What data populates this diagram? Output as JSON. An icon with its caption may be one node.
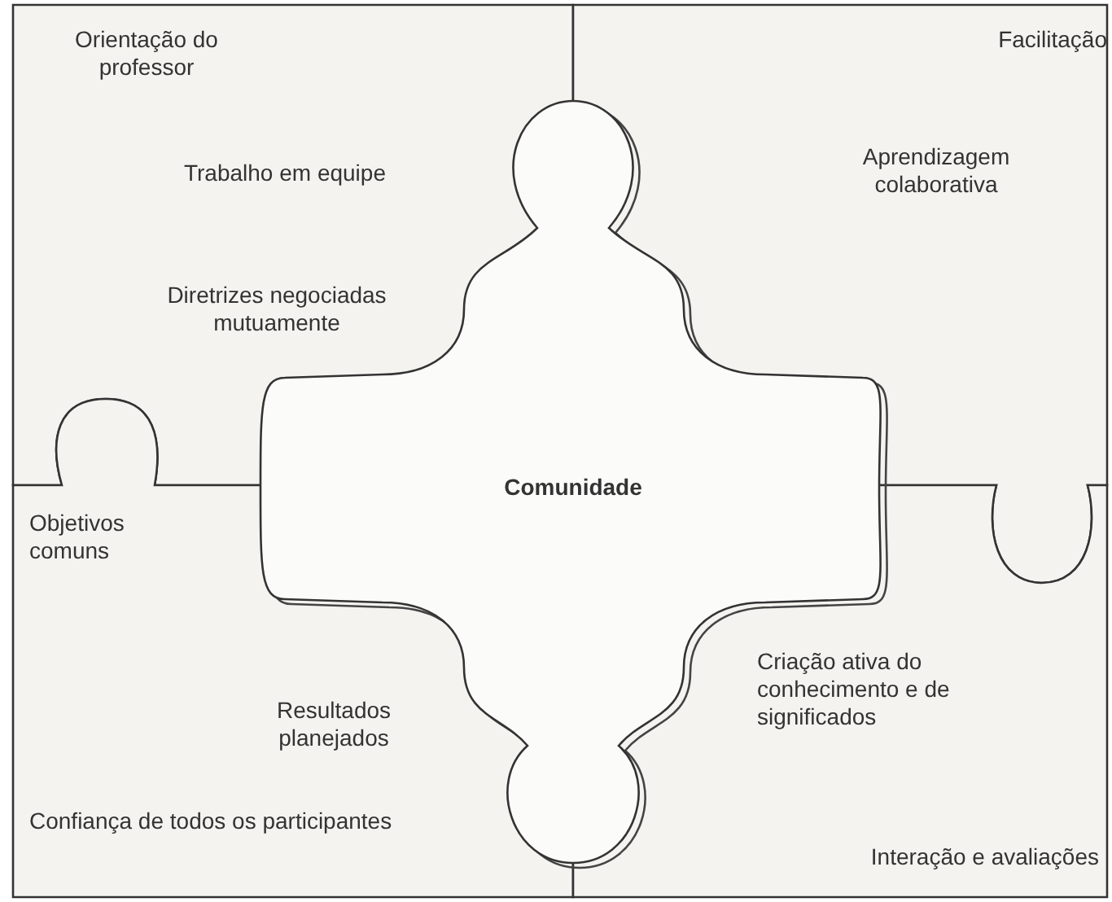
{
  "diagram": {
    "nodes": [
      {
        "text": [
          "Orientação do professor",
          "Trabalho em equipe",
          "Diretrizes negociadas mutuamente"
        ]
      },
      {
        "text": [
          "Facilitação",
          "Aprendizagem colaborativa"
        ]
      },
      {
        "text": [
          "Objetivos comuns",
          "Resultados planejados",
          "Confiança de todos os participantes"
        ]
      },
      {
        "text": [
          "Criação ativa do conhecimento e de significados",
          "Interação e avaliações"
        ]
      },
      {
        "text": [
          "Comunidade"
        ]
      }
    ]
  }
}
